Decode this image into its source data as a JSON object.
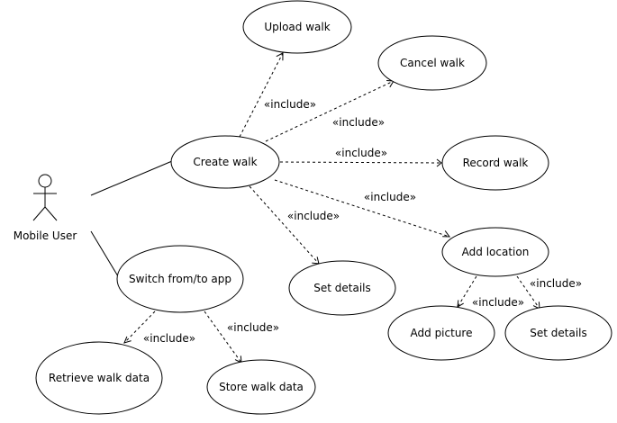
{
  "actor": {
    "label": "Mobile User"
  },
  "use_cases": {
    "upload_walk": "Upload walk",
    "cancel_walk": "Cancel walk",
    "create_walk": "Create walk",
    "record_walk": "Record walk",
    "add_location": "Add location",
    "set_details_1": "Set details",
    "set_details_2": "Set details",
    "add_picture": "Add picture",
    "switch_app": "Switch from/to app",
    "retrieve_walk_data": "Retrieve walk data",
    "store_walk_data": "Store walk data"
  },
  "stereotype": "«include»"
}
